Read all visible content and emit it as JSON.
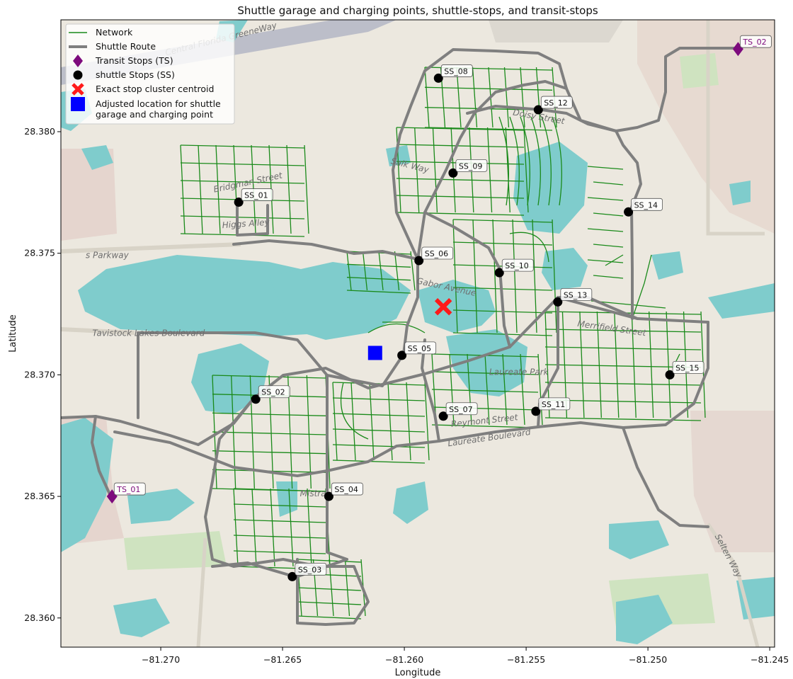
{
  "figure": {
    "title": "Shuttle garage and charging points, shuttle-stops, and transit-stops",
    "xlabel": "Longitude",
    "ylabel": "Latitude"
  },
  "colors": {
    "network": "#1a8a1a",
    "route": "#7f7f7f",
    "transit": "#7d0a7d",
    "stop": "#000000",
    "centroid": "#ff1a1a",
    "garage": "#0000ff",
    "water": "#7fcccc",
    "land": "#ece8df",
    "park": "#cfe3c0",
    "urban": "#e3cfc9"
  },
  "legend": {
    "items": [
      {
        "label": "Network",
        "kind": "line-network"
      },
      {
        "label": "Shuttle Route",
        "kind": "line-route"
      },
      {
        "label": "Transit Stops (TS)",
        "kind": "diamond"
      },
      {
        "label": "shuttle Stops (SS)",
        "kind": "circle"
      },
      {
        "label": "Exact stop cluster centroid",
        "kind": "x"
      },
      {
        "label": "Adjusted location for shuttle",
        "label2": "garage and charging point",
        "kind": "square"
      }
    ]
  },
  "street_labels": [
    {
      "text": "Central Florida GreeneWay",
      "x": -81.2675,
      "y": 28.3837,
      "rot": -14
    },
    {
      "text": "Tavistock Lakes Boulevard",
      "x": -81.2705,
      "y": 28.3716,
      "rot": 0
    },
    {
      "text": "Laureate Boulevard",
      "x": -81.2565,
      "y": 28.3673,
      "rot": -8
    },
    {
      "text": "Gabor Avenue",
      "x": -81.2583,
      "y": 28.3735,
      "rot": 12
    },
    {
      "text": "Merrifield Street",
      "x": -81.2515,
      "y": 28.3718,
      "rot": 8
    },
    {
      "text": "Doisy Street",
      "x": -81.2545,
      "y": 28.3805,
      "rot": 10
    },
    {
      "text": "Salk Way",
      "x": -81.2598,
      "y": 28.3785,
      "rot": 14
    },
    {
      "text": "Higgs Alley",
      "x": -81.2665,
      "y": 28.3761,
      "rot": -4
    },
    {
      "text": "Bridgman Street",
      "x": -81.2664,
      "y": 28.3778,
      "rot": -12
    },
    {
      "text": "Mistral",
      "x": -81.2637,
      "y": 28.365,
      "rot": 0
    },
    {
      "text": "Reymont Street",
      "x": -81.2567,
      "y": 28.368,
      "rot": -6
    },
    {
      "text": "Laureate Park",
      "x": -81.2553,
      "y": 28.37,
      "rot": 0
    },
    {
      "text": "Selten Way",
      "x": -81.2468,
      "y": 28.3625,
      "rot": 62
    },
    {
      "text": "s Parkway",
      "x": -81.2722,
      "y": 28.3748,
      "rot": 0
    }
  ],
  "chart_data": {
    "type": "scatter",
    "title": "Shuttle garage and charging points, shuttle-stops, and transit-stops",
    "xlabel": "Longitude",
    "ylabel": "Latitude",
    "xlim": [
      -81.2741,
      -81.2448
    ],
    "ylim": [
      28.3588,
      28.3846
    ],
    "xticks": [
      -81.27,
      -81.265,
      -81.26,
      -81.255,
      -81.25,
      -81.245
    ],
    "xticklabels": [
      "−81.270",
      "−81.265",
      "−81.260",
      "−81.255",
      "−81.250",
      "−81.245"
    ],
    "yticks": [
      28.36,
      28.365,
      28.37,
      28.375,
      28.38
    ],
    "yticklabels": [
      "28.360",
      "28.365",
      "28.370",
      "28.375",
      "28.380"
    ],
    "legend_position": "upper-left",
    "shuttle_stops": [
      {
        "name": "SS_01",
        "lon": -81.2668,
        "lat": 28.3771
      },
      {
        "name": "SS_02",
        "lon": -81.2661,
        "lat": 28.369
      },
      {
        "name": "SS_03",
        "lon": -81.2646,
        "lat": 28.3617
      },
      {
        "name": "SS_04",
        "lon": -81.2631,
        "lat": 28.365
      },
      {
        "name": "SS_05",
        "lon": -81.2601,
        "lat": 28.3708
      },
      {
        "name": "SS_06",
        "lon": -81.2594,
        "lat": 28.3747
      },
      {
        "name": "SS_07",
        "lon": -81.2584,
        "lat": 28.3683
      },
      {
        "name": "SS_08",
        "lon": -81.2586,
        "lat": 28.3822
      },
      {
        "name": "SS_09",
        "lon": -81.258,
        "lat": 28.3783
      },
      {
        "name": "SS_10",
        "lon": -81.2561,
        "lat": 28.3742
      },
      {
        "name": "SS_11",
        "lon": -81.2546,
        "lat": 28.3685
      },
      {
        "name": "SS_12",
        "lon": -81.2545,
        "lat": 28.3809
      },
      {
        "name": "SS_13",
        "lon": -81.2537,
        "lat": 28.373
      },
      {
        "name": "SS_14",
        "lon": -81.2508,
        "lat": 28.3767
      },
      {
        "name": "SS_15",
        "lon": -81.2491,
        "lat": 28.37
      }
    ],
    "transit_stops": [
      {
        "name": "TS_01",
        "lon": -81.272,
        "lat": 28.365
      },
      {
        "name": "TS_02",
        "lon": -81.2463,
        "lat": 28.3834
      }
    ],
    "centroid": {
      "lon": -81.2584,
      "lat": 28.3728
    },
    "garage": {
      "lon": -81.2612,
      "lat": 28.3709
    }
  }
}
